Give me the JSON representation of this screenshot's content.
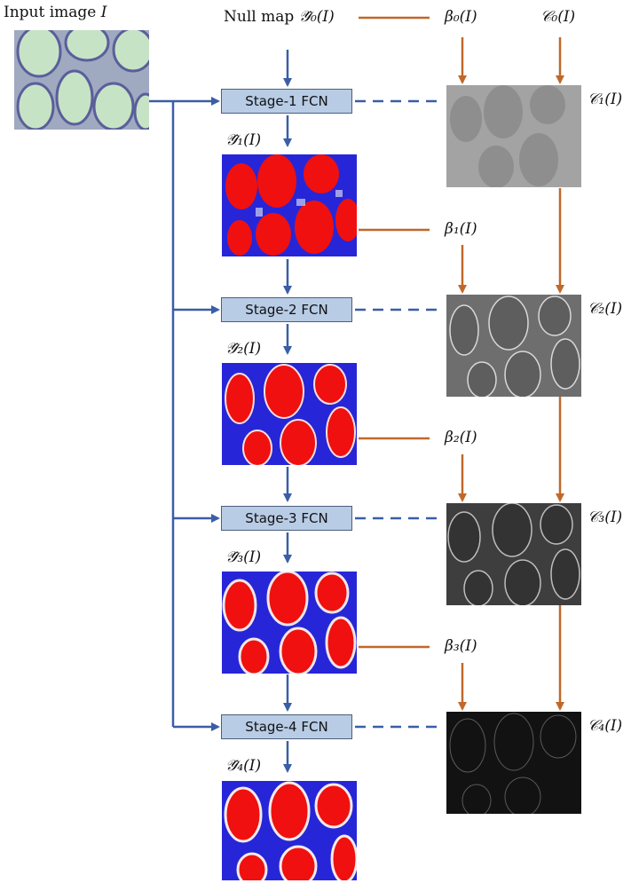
{
  "title": {
    "input_label_text": "Input image ",
    "input_label_var": "I"
  },
  "null_map": {
    "text": "Null map ",
    "symbol": "𝒴̂₀(I)"
  },
  "beta_labels": [
    "β₀(I)",
    "β₁(I)",
    "β₂(I)",
    "β₃(I)"
  ],
  "c_labels": [
    "𝒞₀(I)",
    "𝒞₁(I)",
    "𝒞₂(I)",
    "𝒞₃(I)",
    "𝒞₄(I)"
  ],
  "y_labels": [
    "𝒴̂₁(I)",
    "𝒴̂₂(I)",
    "𝒴̂₃(I)",
    "𝒴̂₄(I)"
  ],
  "stages": [
    "Stage-1 FCN",
    "Stage-2 FCN",
    "Stage-3 FCN",
    "Stage-4 FCN"
  ],
  "colors": {
    "blue_arrow": "#3a5ea6",
    "orange_arrow": "#c0682a",
    "stage_fill": "#b8cce6",
    "prob_red": "#f01010",
    "prob_blue": "#2626d8"
  },
  "icons": {
    "input_image": "histology-tissue-image",
    "probability_maps": "segmentation-probability-map",
    "context_maps": "grayscale-context-map"
  }
}
